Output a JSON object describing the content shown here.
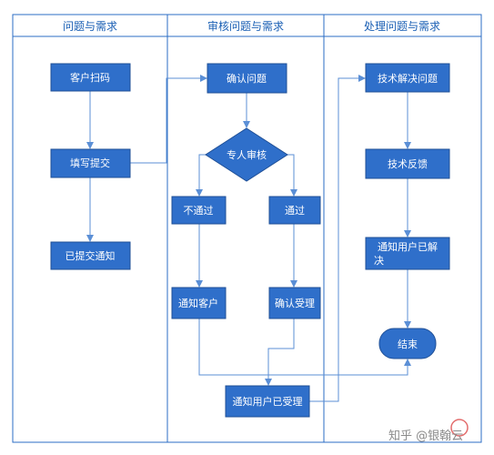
{
  "lanes": [
    {
      "title": "问题与需求"
    },
    {
      "title": "审核问题与需求"
    },
    {
      "title": "处理问题与需求"
    }
  ],
  "nodes": {
    "scan": "客户扫码",
    "fill_submit": "填写提交",
    "submitted_notice": "已提交通知",
    "confirm_issue": "确认问题",
    "expert_review": "专人审核",
    "not_passed": "不通过",
    "passed": "通过",
    "notify_customer": "通知客户",
    "confirm_accept": "确认受理",
    "notify_accepted": "通知用户已受理",
    "tech_solve": "技术解决问题",
    "tech_feedback": "技术反馈",
    "notify_solved_line1": "通知用户已解",
    "notify_solved_line2": "决",
    "end": "结束"
  },
  "watermark": "知乎 @银翰云",
  "colors": {
    "node_fill": "#2f6fca",
    "node_border": "#1f4f96",
    "lane_border": "#2b6cc4",
    "lane_title": "#1a5fb4",
    "arrow": "#5b8fd6"
  }
}
